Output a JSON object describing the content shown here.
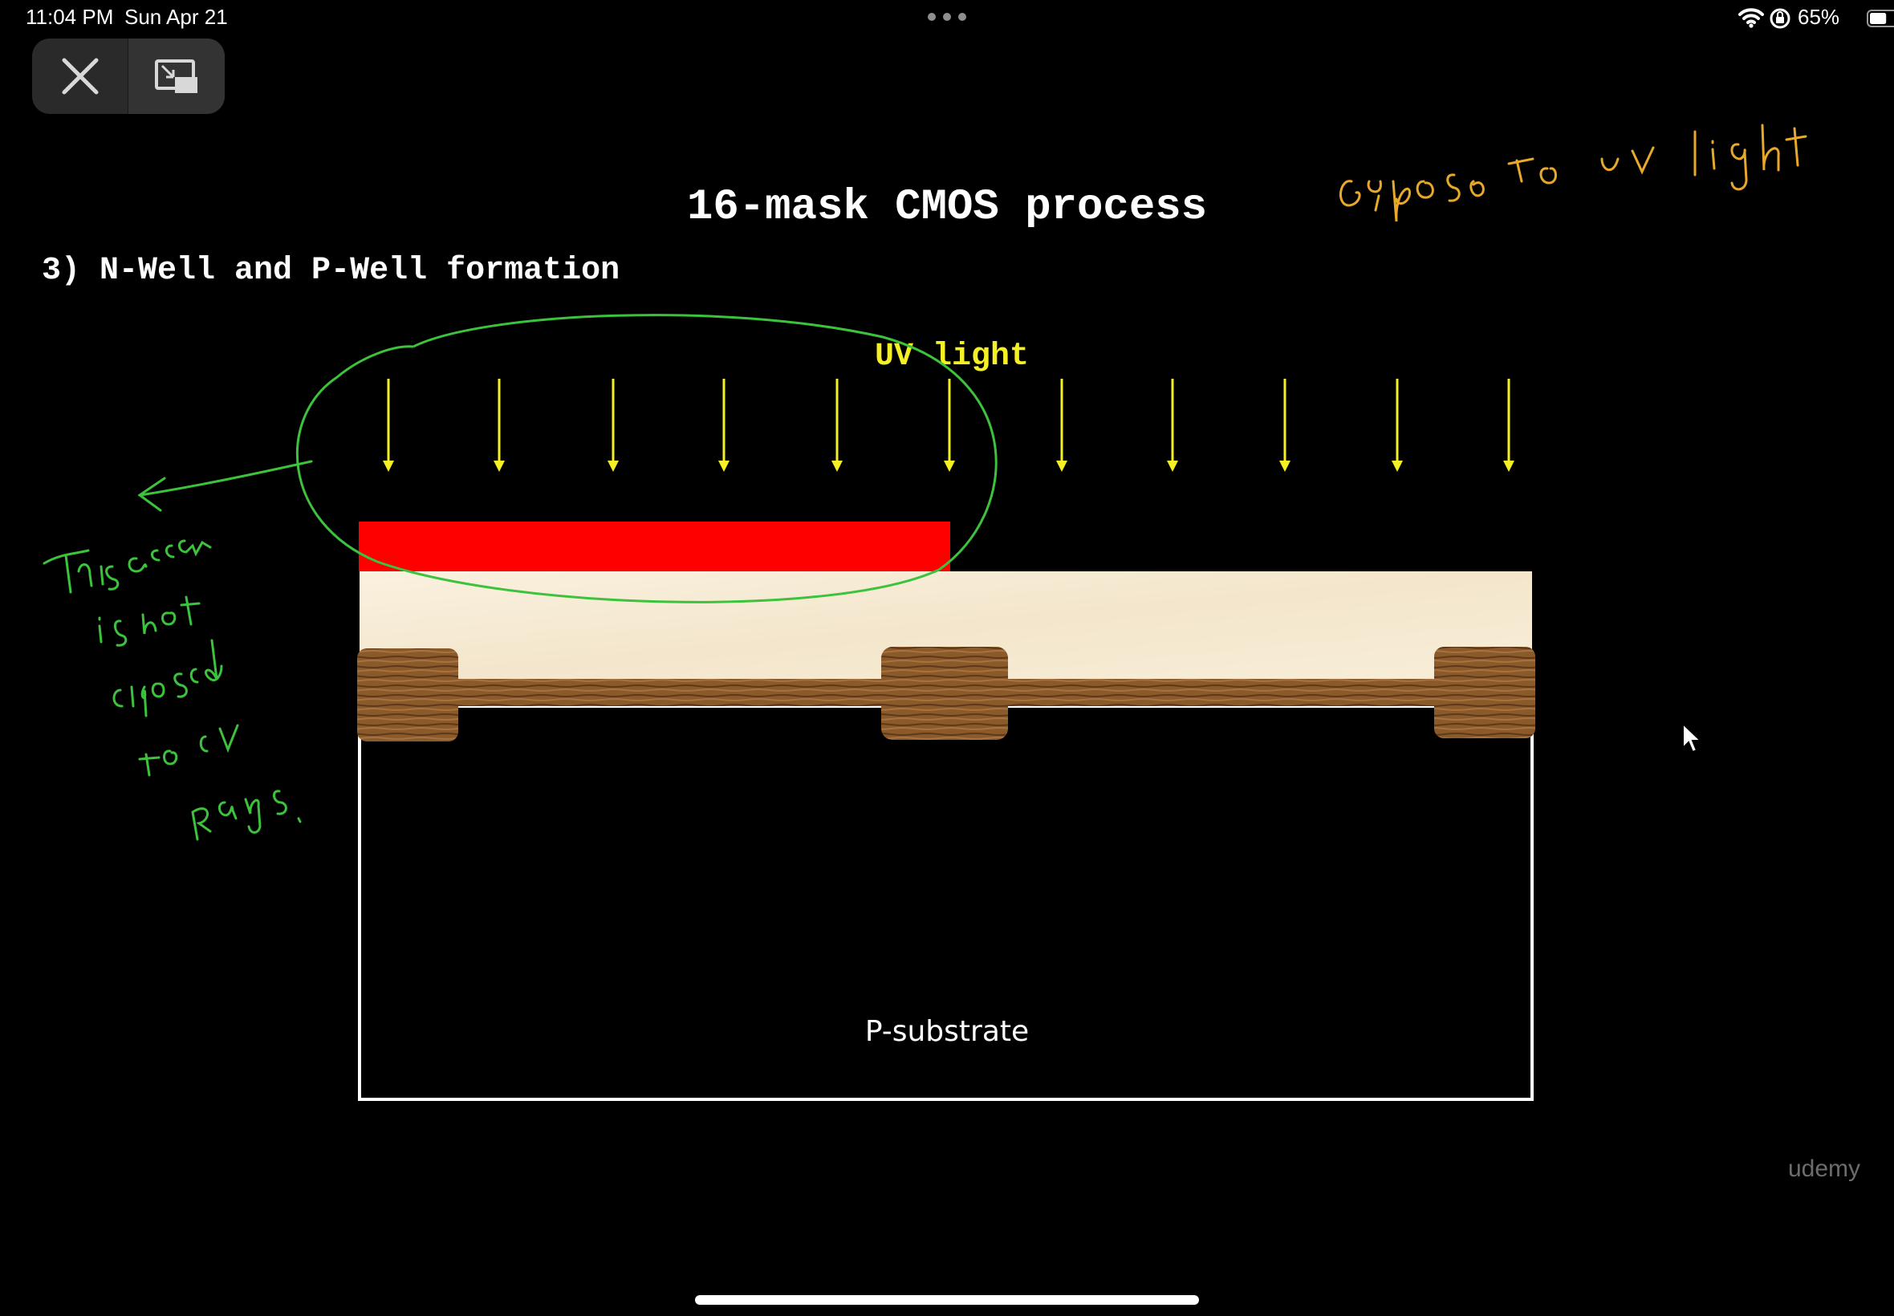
{
  "status_bar": {
    "time": "11:04 PM",
    "date": "Sun Apr 21",
    "battery_percent": "65%",
    "battery_level": 0.65
  },
  "pip_controls": {
    "close_icon": "close-icon",
    "pip_icon": "picture-in-picture-icon"
  },
  "slide": {
    "title": "16-mask CMOS process",
    "subtitle": "3) N-Well and P-Well formation",
    "uv_label": "UV light",
    "substrate_label": "P-substrate",
    "watermark": "udemy"
  },
  "annotations": {
    "top_right_note": "expose to UV light",
    "left_note": "This area is not exposed to UV Rays.",
    "annotation_colors": {
      "orange": "#e8a92a",
      "green": "#3cc23c"
    }
  },
  "colors": {
    "uv_arrow": "#f5f026",
    "mask": "#ff0000",
    "photoresist": "#f6ecd6",
    "oxide": "#8b5a2b"
  }
}
